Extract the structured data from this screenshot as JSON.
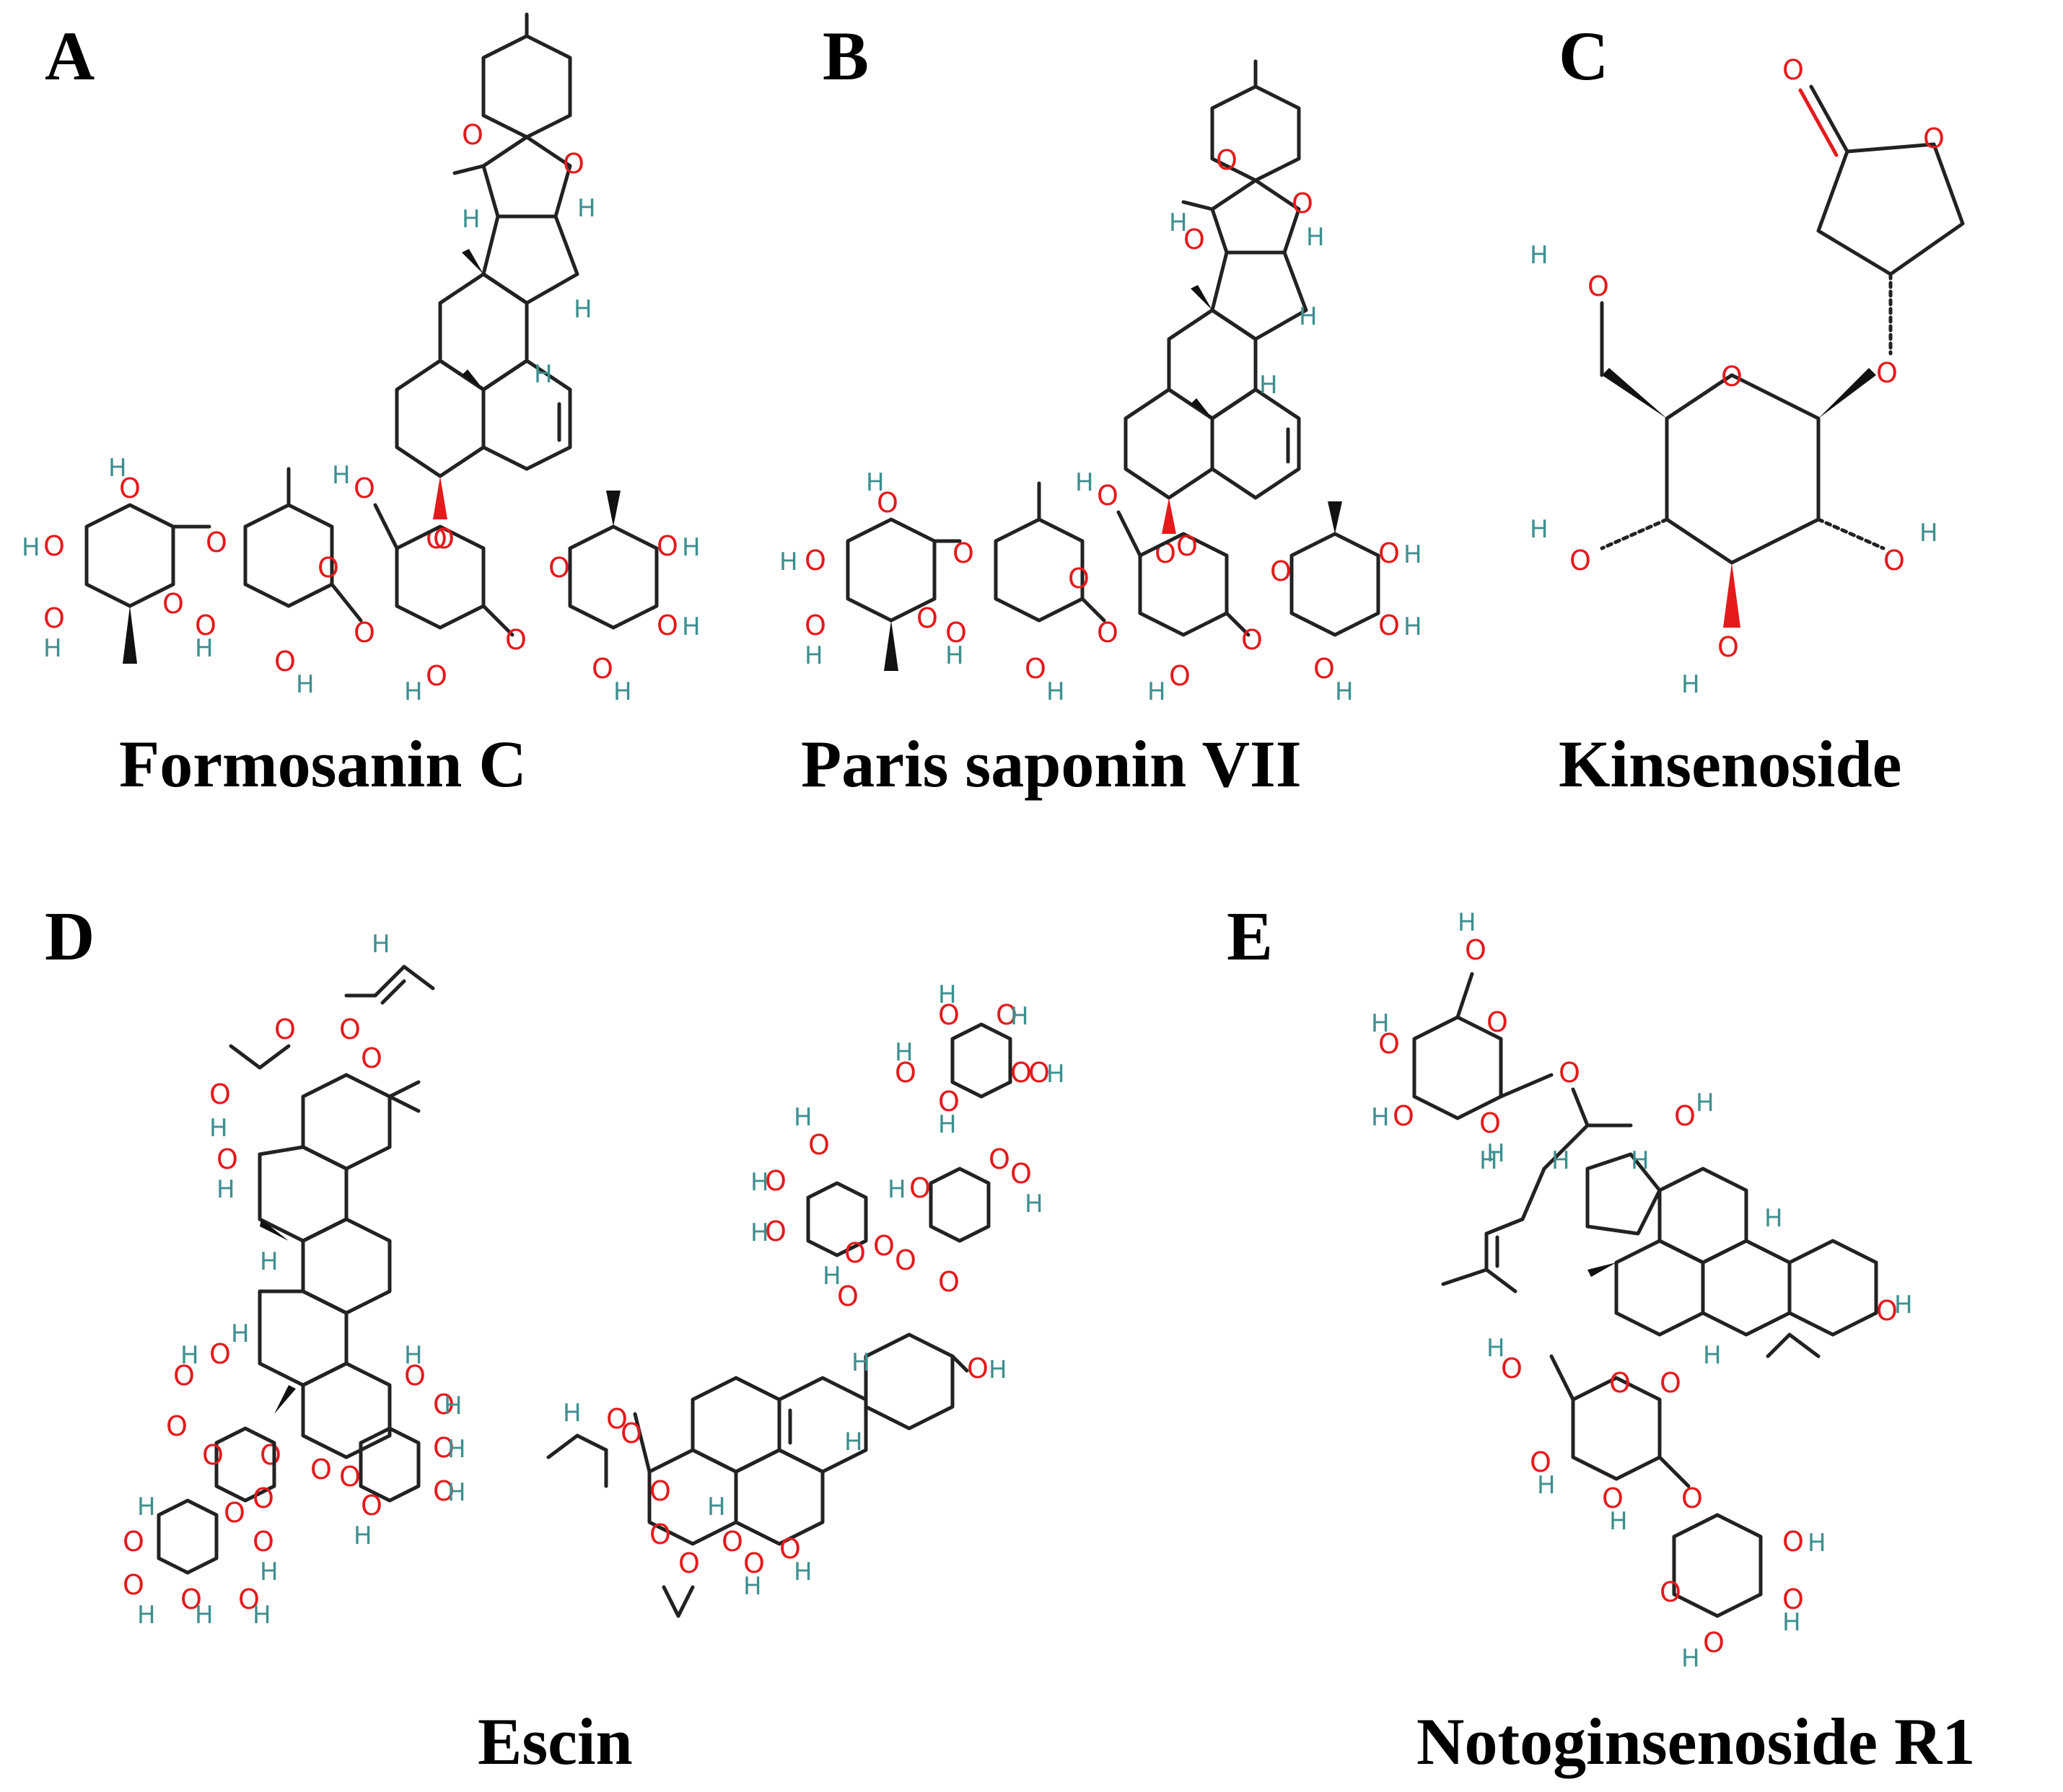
{
  "panels": [
    {
      "id": "A",
      "letter": "A",
      "caption": "Formosanin C"
    },
    {
      "id": "B",
      "letter": "B",
      "caption": "Paris saponin VII"
    },
    {
      "id": "C",
      "letter": "C",
      "caption": "Kinsenoside"
    },
    {
      "id": "D",
      "letter": "D",
      "caption": "Escin"
    },
    {
      "id": "E",
      "letter": "E",
      "caption": "Notoginsenoside R1"
    }
  ],
  "atom_labels": {
    "oxygen": "O",
    "hydrogen": "H",
    "hydroxyl": "HO",
    "hydroxyl_r": "OH"
  },
  "colors": {
    "oxygen": "#e41a1c",
    "hydrogen": "#3f8f8f",
    "bond": "#222222",
    "text": "#000000"
  }
}
